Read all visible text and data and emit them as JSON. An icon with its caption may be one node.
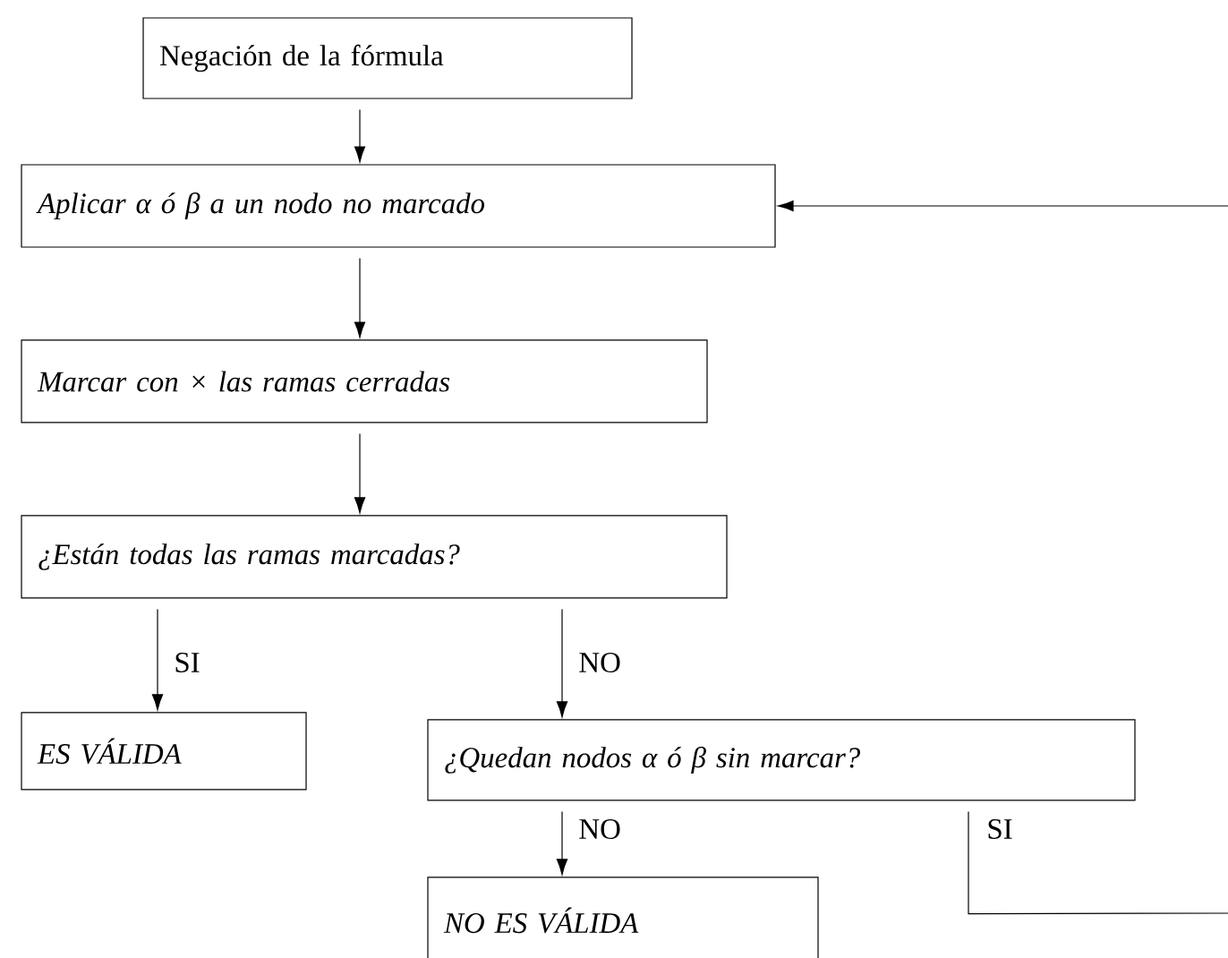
{
  "diagram": {
    "nodes": [
      {
        "text": [
          "Negación de la fórmula"
        ]
      },
      {
        "text": [
          "Aplicar α ó β a un nodo no marcado"
        ]
      },
      {
        "text": [
          "Marcar con × las ramas cerradas"
        ]
      },
      {
        "text": [
          "¿Están todas las ramas marcadas?"
        ]
      },
      {
        "text": [
          "ES VÁLIDA"
        ]
      },
      {
        "text": [
          "¿Quedan nodos α ó β sin marcar?"
        ]
      },
      {
        "text": [
          "NO ES VÁLIDA"
        ]
      }
    ],
    "edges": [
      {
        "from": 0,
        "to": 1,
        "arrow": "to"
      },
      {
        "from": 1,
        "to": 2,
        "arrow": "to"
      },
      {
        "from": 2,
        "to": 3,
        "arrow": "to"
      },
      {
        "from": 3,
        "to": 4,
        "arrow": "to",
        "label": "SI"
      },
      {
        "from": 3,
        "to": 5,
        "arrow": "to",
        "label": "NO"
      },
      {
        "from": 5,
        "to": 6,
        "arrow": "to",
        "label": "NO"
      },
      {
        "from": 5,
        "to": 1,
        "arrow": "to",
        "label": "SI"
      }
    ]
  }
}
